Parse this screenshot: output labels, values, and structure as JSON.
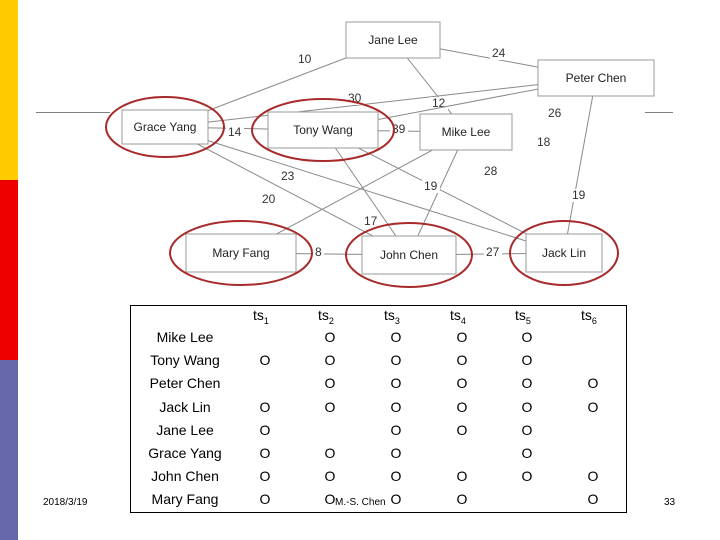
{
  "colors": {
    "bar_top": "#ffcc00",
    "bar_mid": "#ee0000",
    "bar_bottom": "#6666aa",
    "highlight": "#a82a2a"
  },
  "graph": {
    "nodes": [
      {
        "id": "jane",
        "label": "Jane Lee",
        "highlight": false
      },
      {
        "id": "peter",
        "label": "Peter Chen",
        "highlight": false
      },
      {
        "id": "grace",
        "label": "Grace Yang",
        "highlight": true
      },
      {
        "id": "tony",
        "label": "Tony Wang",
        "highlight": true
      },
      {
        "id": "mike",
        "label": "Mike Lee",
        "highlight": false
      },
      {
        "id": "mary",
        "label": "Mary Fang",
        "highlight": true
      },
      {
        "id": "john",
        "label": "John Chen",
        "highlight": true
      },
      {
        "id": "jack",
        "label": "Jack Lin",
        "highlight": true
      }
    ],
    "edges": [
      {
        "from": "jane",
        "to": "grace",
        "weight": "10"
      },
      {
        "from": "jane",
        "to": "peter",
        "weight": "24"
      },
      {
        "from": "grace",
        "to": "peter",
        "weight": "30"
      },
      {
        "from": "jane",
        "to": "mike",
        "weight": "12"
      },
      {
        "from": "grace",
        "to": "tony",
        "weight": "14"
      },
      {
        "from": "tony",
        "to": "mike",
        "weight": "39"
      },
      {
        "from": "tony",
        "to": "peter",
        "weight": "26"
      },
      {
        "from": "mike",
        "to": "mary",
        "weight": "18"
      },
      {
        "from": "tony",
        "to": "jack",
        "weight": "28"
      },
      {
        "from": "grace",
        "to": "jack",
        "weight": "23"
      },
      {
        "from": "grace",
        "to": "john",
        "weight": "20"
      },
      {
        "from": "tony",
        "to": "john",
        "weight": "17"
      },
      {
        "from": "mike",
        "to": "john",
        "weight": "19"
      },
      {
        "from": "peter",
        "to": "jack",
        "weight": "19"
      },
      {
        "from": "mary",
        "to": "john",
        "weight": "8"
      },
      {
        "from": "john",
        "to": "jack",
        "weight": "27"
      }
    ]
  },
  "table": {
    "headers": [
      {
        "base": "ts",
        "sub": "1"
      },
      {
        "base": "ts",
        "sub": "2"
      },
      {
        "base": "ts",
        "sub": "3"
      },
      {
        "base": "ts",
        "sub": "4"
      },
      {
        "base": "ts",
        "sub": "5"
      },
      {
        "base": "ts",
        "sub": "6"
      }
    ],
    "rows": [
      {
        "name": "Mike Lee",
        "cells": [
          "",
          "O",
          "O",
          "O",
          "O",
          ""
        ]
      },
      {
        "name": "Tony Wang",
        "cells": [
          "O",
          "O",
          "O",
          "O",
          "O",
          ""
        ]
      },
      {
        "name": "Peter Chen",
        "cells": [
          "",
          "O",
          "O",
          "O",
          "O",
          "O"
        ]
      },
      {
        "name": "Jack Lin",
        "cells": [
          "O",
          "O",
          "O",
          "O",
          "O",
          "O"
        ]
      },
      {
        "name": "Jane Lee",
        "cells": [
          "O",
          "",
          "O",
          "O",
          "O",
          ""
        ]
      },
      {
        "name": "Grace Yang",
        "cells": [
          "O",
          "O",
          "O",
          "",
          "O",
          ""
        ]
      },
      {
        "name": "John Chen",
        "cells": [
          "O",
          "O",
          "O",
          "O",
          "O",
          "O"
        ]
      },
      {
        "name": "Mary Fang",
        "cells": [
          "O",
          "O",
          "O",
          "O",
          "",
          "O"
        ]
      }
    ]
  },
  "footer": {
    "date": "2018/3/19",
    "author": "M.-S. Chen",
    "page": "33"
  }
}
